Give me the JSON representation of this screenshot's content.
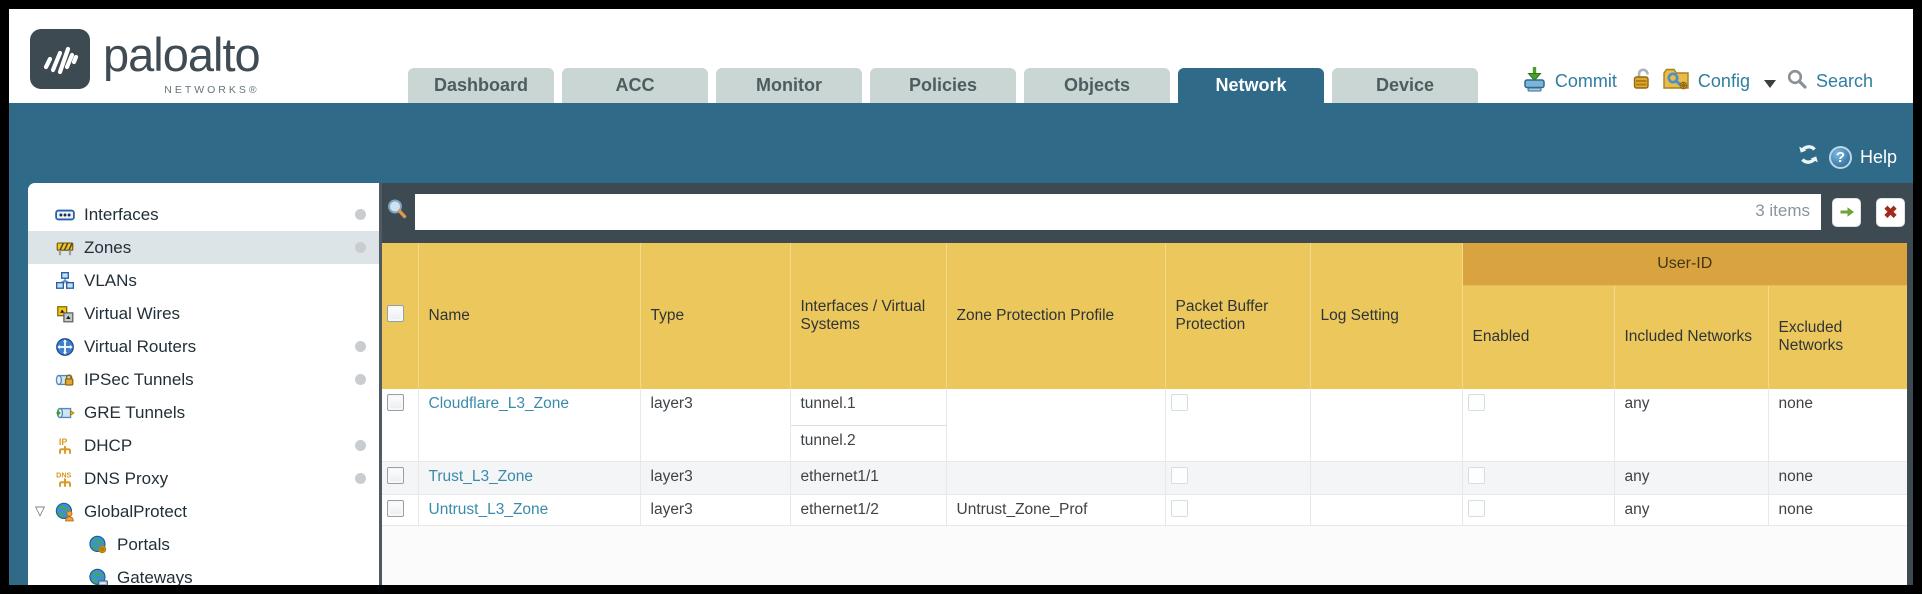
{
  "brand": {
    "wordmark": "paloalto",
    "subtext": "NETWORKS®"
  },
  "nav": {
    "tabs": [
      {
        "label": "Dashboard",
        "active": false
      },
      {
        "label": "ACC",
        "active": false
      },
      {
        "label": "Monitor",
        "active": false
      },
      {
        "label": "Policies",
        "active": false
      },
      {
        "label": "Objects",
        "active": false
      },
      {
        "label": "Network",
        "active": true
      },
      {
        "label": "Device",
        "active": false
      }
    ]
  },
  "header_actions": {
    "commit_label": "Commit",
    "config_label": "Config",
    "search_label": "Search"
  },
  "band": {
    "help_label": "Help"
  },
  "sidebar": {
    "items": [
      {
        "label": "Interfaces",
        "icon": "interfaces-icon",
        "has_status_dot": true,
        "selected": false
      },
      {
        "label": "Zones",
        "icon": "zones-icon",
        "has_status_dot": true,
        "selected": true
      },
      {
        "label": "VLANs",
        "icon": "vlans-icon",
        "has_status_dot": false,
        "selected": false
      },
      {
        "label": "Virtual Wires",
        "icon": "virtual-wires-icon",
        "has_status_dot": false,
        "selected": false
      },
      {
        "label": "Virtual Routers",
        "icon": "virtual-routers-icon",
        "has_status_dot": true,
        "selected": false
      },
      {
        "label": "IPSec Tunnels",
        "icon": "ipsec-tunnels-icon",
        "has_status_dot": true,
        "selected": false
      },
      {
        "label": "GRE Tunnels",
        "icon": "gre-tunnels-icon",
        "has_status_dot": false,
        "selected": false
      },
      {
        "label": "DHCP",
        "icon": "dhcp-icon",
        "has_status_dot": true,
        "selected": false
      },
      {
        "label": "DNS Proxy",
        "icon": "dns-proxy-icon",
        "has_status_dot": true,
        "selected": false
      },
      {
        "label": "GlobalProtect",
        "icon": "globalprotect-icon",
        "has_status_dot": false,
        "selected": false,
        "expanded": true
      },
      {
        "label": "Portals",
        "icon": "portals-icon",
        "has_status_dot": false,
        "selected": false,
        "child": true
      },
      {
        "label": "Gateways",
        "icon": "gateways-icon",
        "has_status_dot": false,
        "selected": false,
        "child": true
      }
    ]
  },
  "filter_bar": {
    "value": "",
    "items_count": "3 items"
  },
  "table": {
    "group_header": "User-ID",
    "columns": [
      "Name",
      "Type",
      "Interfaces / Virtual Systems",
      "Zone Protection Profile",
      "Packet Buffer Protection",
      "Log Setting",
      "Enabled",
      "Included Networks",
      "Excluded Networks"
    ],
    "rows": [
      {
        "name": "Cloudflare_L3_Zone",
        "type": "layer3",
        "interfaces": [
          "tunnel.1",
          "tunnel.2"
        ],
        "zone_protection_profile": "",
        "packet_buffer_protection_checked": false,
        "log_setting": "",
        "user_id_enabled_checked": false,
        "included_networks": "any",
        "excluded_networks": "none"
      },
      {
        "name": "Trust_L3_Zone",
        "type": "layer3",
        "interfaces": [
          "ethernet1/1"
        ],
        "zone_protection_profile": "",
        "packet_buffer_protection_checked": false,
        "log_setting": "",
        "user_id_enabled_checked": false,
        "included_networks": "any",
        "excluded_networks": "none"
      },
      {
        "name": "Untrust_L3_Zone",
        "type": "layer3",
        "interfaces": [
          "ethernet1/2"
        ],
        "zone_protection_profile": "Untrust_Zone_Prof",
        "packet_buffer_protection_checked": false,
        "log_setting": "",
        "user_id_enabled_checked": false,
        "included_networks": "any",
        "excluded_networks": "none"
      }
    ]
  },
  "colors": {
    "teal_band": "#2f6a89",
    "slate_toolbar": "#3e4a52",
    "table_header_gold": "#ecc75c",
    "user_id_band_gold": "#d9a440",
    "link_blue": "#3a8bab",
    "action_blue": "#2e7ea0"
  }
}
